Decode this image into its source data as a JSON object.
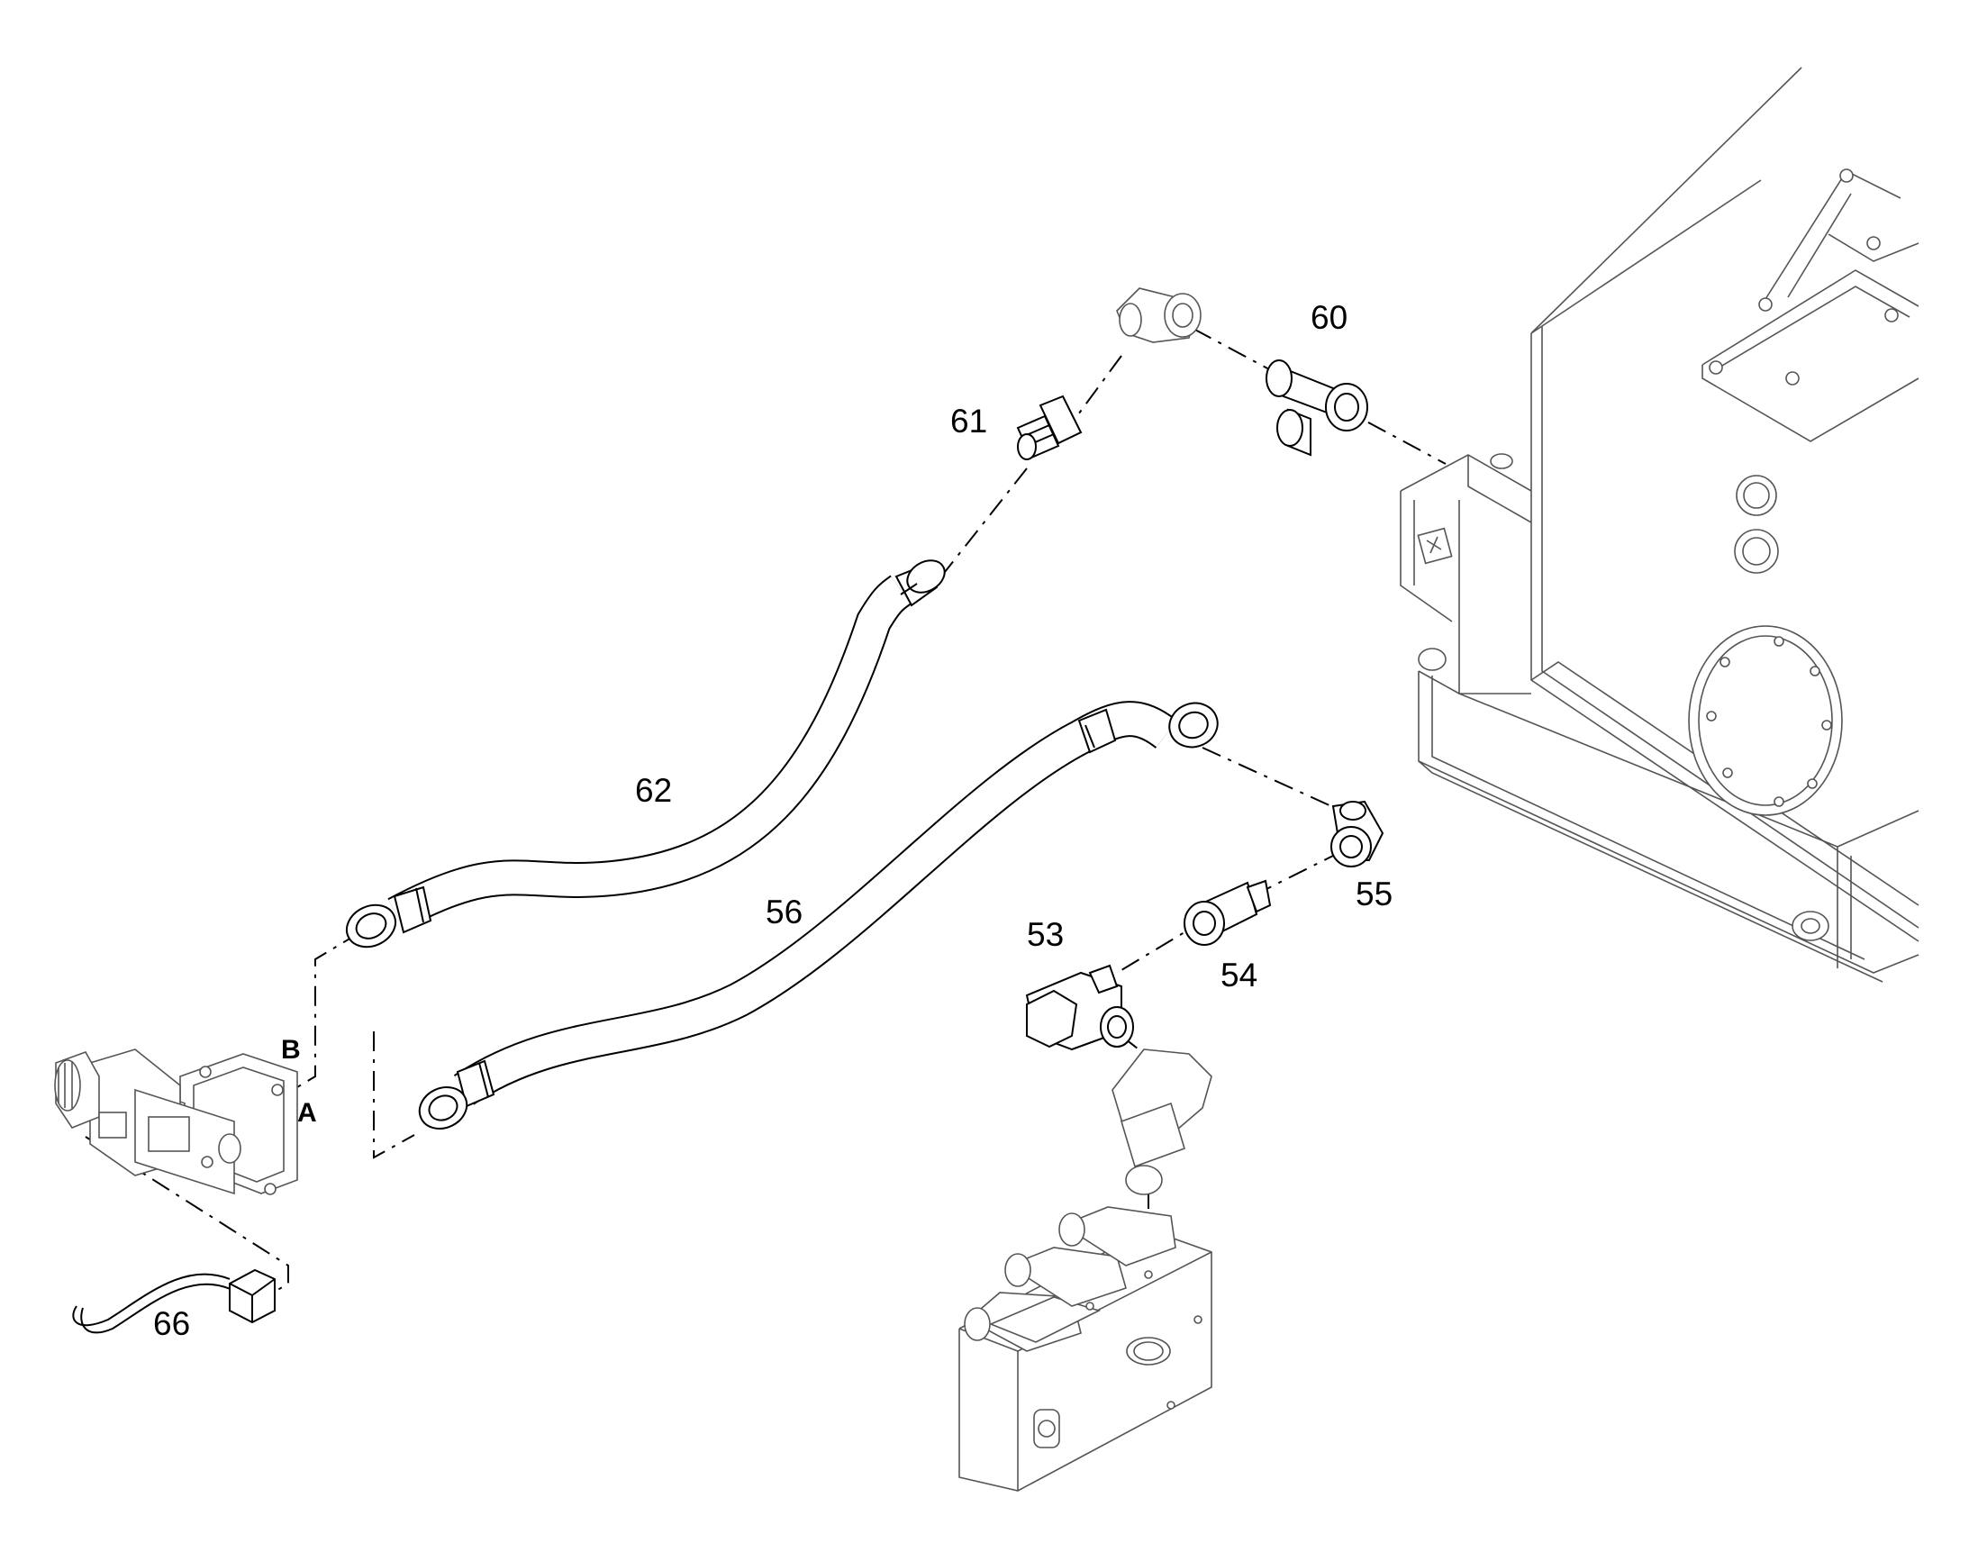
{
  "part_labels": {
    "p53": "53",
    "p54": "54",
    "p55": "55",
    "p56": "56",
    "p60": "60",
    "p61": "61",
    "p62": "62",
    "p66": "66"
  },
  "port_labels": {
    "a": "A",
    "b": "B"
  },
  "colors": {
    "line": "#000000",
    "background": "#ffffff",
    "thin_line": "#555555"
  }
}
